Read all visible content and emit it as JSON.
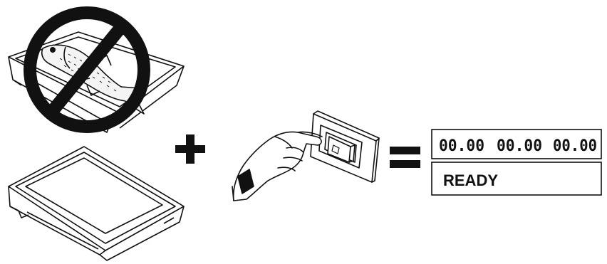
{
  "display": {
    "readings": [
      "00.00",
      "00.00",
      "00.00"
    ],
    "status": "READY"
  },
  "colors": {
    "ink": "#111111",
    "paper": "#ffffff"
  },
  "icons": [
    "tray-with-fish-icon",
    "prohibited-icon",
    "empty-tray-icon",
    "plus-icon",
    "hand-pressing-switch-icon",
    "equals-icon",
    "scale-display-icon"
  ]
}
